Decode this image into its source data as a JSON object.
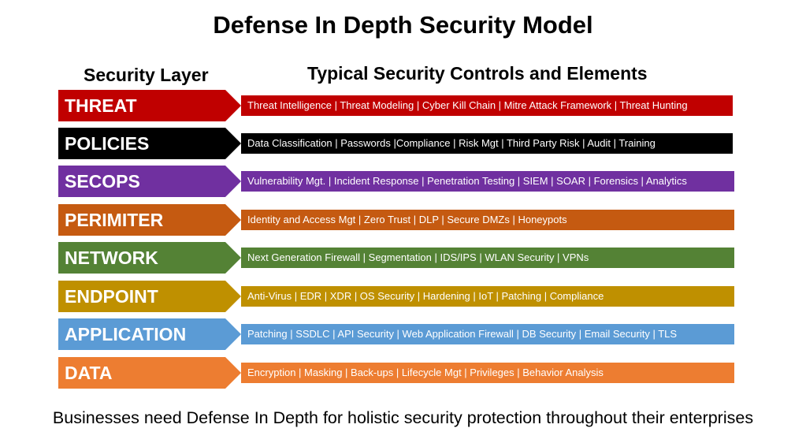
{
  "title": "Defense In Depth Security Model",
  "headers": {
    "layer": "Security Layer",
    "controls": "Typical Security Controls and Elements"
  },
  "layers": [
    {
      "label": "THREAT",
      "controls": "Threat Intelligence | Threat Modeling | Cyber Kill Chain | Mitre Attack Framework | Threat Hunting",
      "color": "#C00000"
    },
    {
      "label": "POLICIES",
      "controls": "Data Classification | Passwords |Compliance | Risk Mgt | Third Party Risk | Audit | Training",
      "color": "#000000"
    },
    {
      "label": "SECOPS",
      "controls": "Vulnerability Mgt. | Incident Response | Penetration Testing | SIEM | SOAR | Forensics | Analytics",
      "color": "#7030A0"
    },
    {
      "label": "PERIMITER",
      "controls": "Identity and Access Mgt | Zero Trust | DLP | Secure DMZs | Honeypots",
      "color": "#C55A11"
    },
    {
      "label": "NETWORK",
      "controls": "Next Generation Firewall | Segmentation | IDS/IPS | WLAN Security | VPNs",
      "color": "#548235"
    },
    {
      "label": "ENDPOINT",
      "controls": "Anti-Virus | EDR | XDR | OS Security | Hardening | IoT | Patching | Compliance",
      "color": "#BF9000"
    },
    {
      "label": "APPLICATION",
      "controls": "Patching | SSDLC | API Security | Web Application Firewall | DB Security | Email Security | TLS",
      "color": "#5B9BD5"
    },
    {
      "label": "DATA",
      "controls": "Encryption | Masking | Back-ups | Lifecycle Mgt | Privileges | Behavior Analysis",
      "color": "#ED7D31"
    }
  ],
  "footer": "Businesses need Defense In Depth for holistic security protection throughout their enterprises"
}
